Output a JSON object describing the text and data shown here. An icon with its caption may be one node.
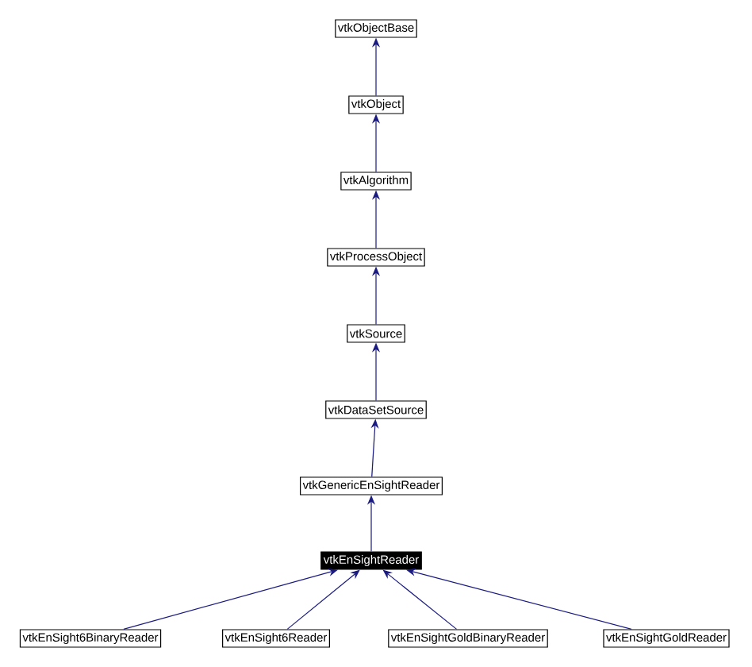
{
  "diagram": {
    "nodes": [
      {
        "text": [
          "vtkObjectBase"
        ]
      },
      {
        "text": [
          "vtkObject"
        ]
      },
      {
        "text": [
          "vtkAlgorithm"
        ]
      },
      {
        "text": [
          "vtkProcessObject"
        ]
      },
      {
        "text": [
          "vtkSource"
        ]
      },
      {
        "text": [
          "vtkDataSetSource"
        ]
      },
      {
        "text": [
          "vtkGenericEnSightReader"
        ]
      },
      {
        "text": [
          "vtkEnSightReader"
        ]
      },
      {
        "text": [
          "vtkEnSight6BinaryReader"
        ]
      },
      {
        "text": [
          "vtkEnSight6Reader"
        ]
      },
      {
        "text": [
          "vtkEnSightGoldBinaryReader"
        ]
      },
      {
        "text": [
          "vtkEnSightGoldReader"
        ]
      }
    ],
    "edges": [
      {
        "from": 1,
        "to": 0,
        "arrow": "to"
      },
      {
        "from": 2,
        "to": 1,
        "arrow": "to"
      },
      {
        "from": 3,
        "to": 2,
        "arrow": "to"
      },
      {
        "from": 4,
        "to": 3,
        "arrow": "to"
      },
      {
        "from": 5,
        "to": 4,
        "arrow": "to"
      },
      {
        "from": 6,
        "to": 5,
        "arrow": "to"
      },
      {
        "from": 7,
        "to": 6,
        "arrow": "to"
      },
      {
        "from": 8,
        "to": 7,
        "arrow": "to"
      },
      {
        "from": 9,
        "to": 7,
        "arrow": "to"
      },
      {
        "from": 10,
        "to": 7,
        "arrow": "to"
      },
      {
        "from": 11,
        "to": 7,
        "arrow": "to"
      }
    ]
  }
}
